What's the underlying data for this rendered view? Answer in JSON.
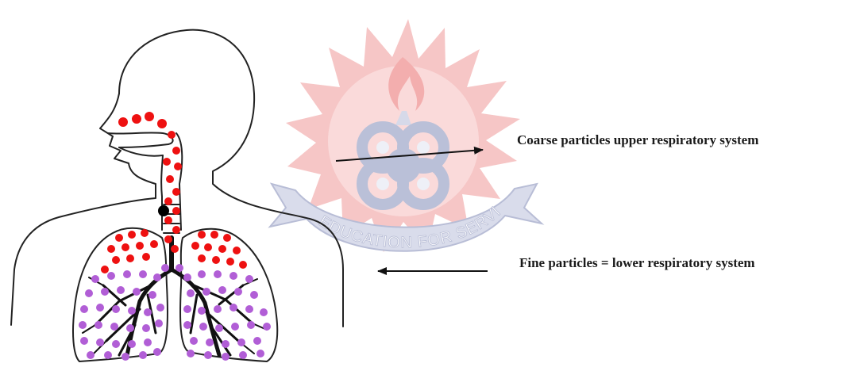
{
  "labels": {
    "coarse": "Coarse particles upper respiratory system",
    "fine": "Fine particles = lower respiratory system"
  },
  "watermark": {
    "text": "EDUCATION FOR SERVICE",
    "colors": {
      "sunburst": "#f2b3b3",
      "flame": "#f5b5b5",
      "emblem": "#b7bdd6",
      "ribbon": "#c4c9df"
    }
  },
  "colors": {
    "coarse_particle": "#ee1111",
    "fine_particle": "#b15ed6",
    "outline": "#222222",
    "arrow": "#111111",
    "blocked_particle": "#000000"
  },
  "icons": {
    "body_figure": "human-upper-body-outline-icon",
    "lungs": "lungs-icon",
    "emblem": "university-emblem-watermark"
  }
}
